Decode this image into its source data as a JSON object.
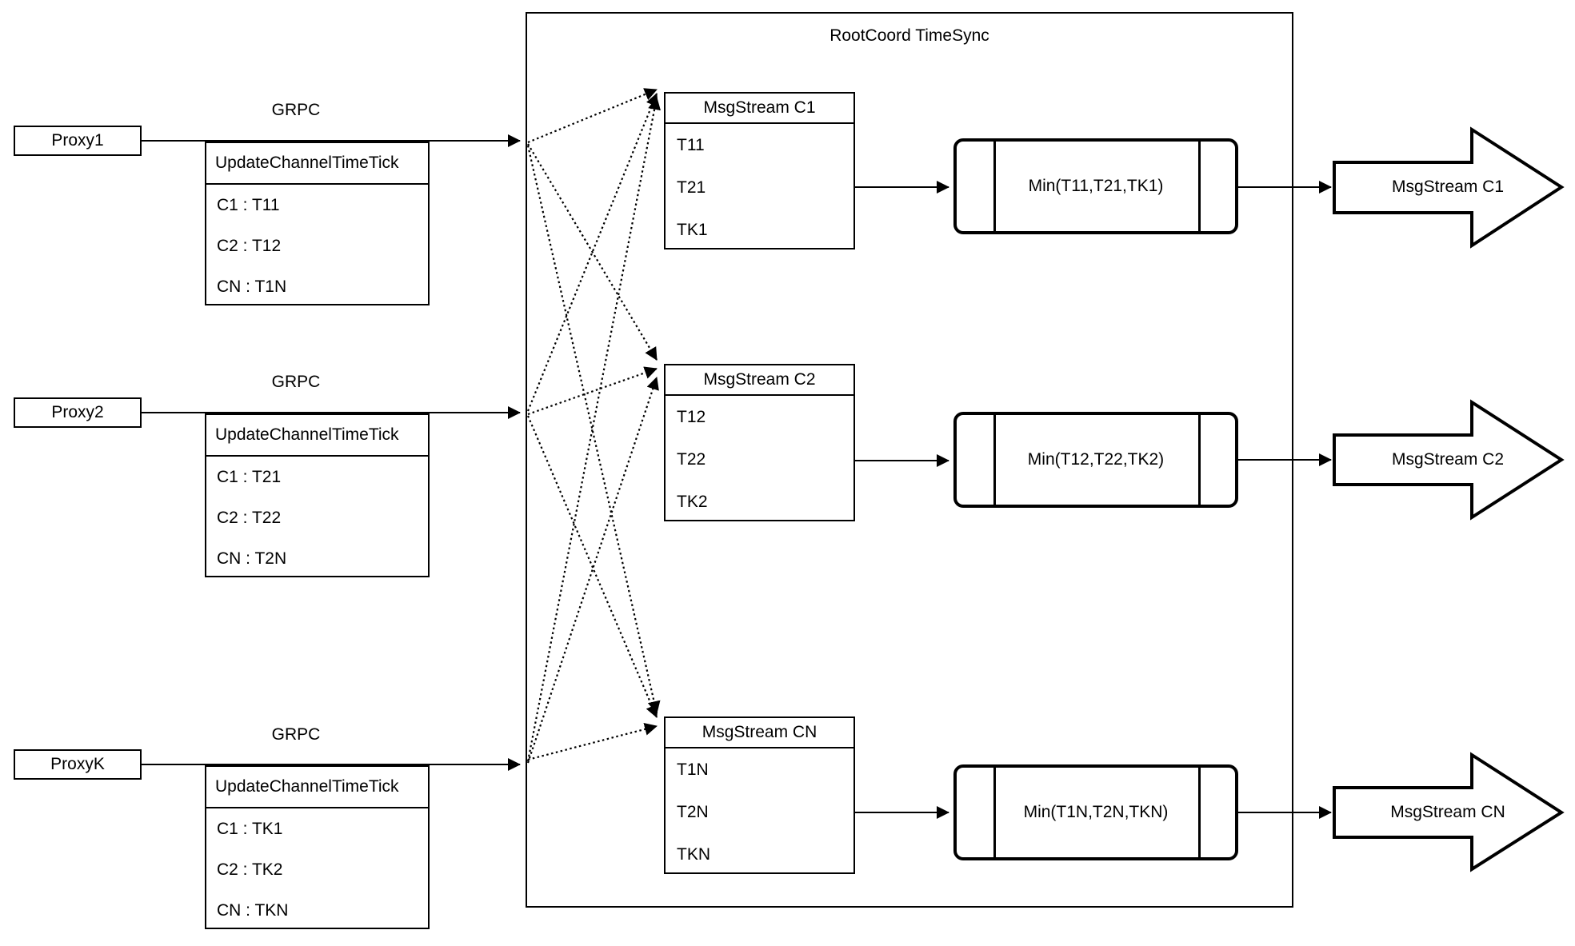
{
  "container": {
    "title": "RootCoord TimeSync"
  },
  "rows": [
    {
      "proxy": "Proxy1",
      "grpc": "GRPC",
      "table_header": "UpdateChannelTimeTick",
      "table_rows": [
        "C1 :  T11",
        "C2 :  T12",
        "CN : T1N"
      ],
      "ms_header": "MsgStream C1",
      "ms_rows": [
        "T11",
        "T21",
        "TK1"
      ],
      "min": "Min(T11,T21,TK1)",
      "out": "MsgStream C1"
    },
    {
      "proxy": "Proxy2",
      "grpc": "GRPC",
      "table_header": "UpdateChannelTimeTick",
      "table_rows": [
        "C1 :  T21",
        "C2 :  T22",
        "CN : T2N"
      ],
      "ms_header": "MsgStream C2",
      "ms_rows": [
        "T12",
        "T22",
        "TK2"
      ],
      "min": "Min(T12,T22,TK2)",
      "out": "MsgStream C2"
    },
    {
      "proxy": "ProxyK",
      "grpc": "GRPC",
      "table_header": "UpdateChannelTimeTick",
      "table_rows": [
        "C1 :  TK1",
        "C2 :  TK2",
        "CN : TKN"
      ],
      "ms_header": "MsgStream CN",
      "ms_rows": [
        "T1N",
        "T2N",
        "TKN"
      ],
      "min": "Min(T1N,T2N,TKN)",
      "out": "MsgStream CN"
    }
  ]
}
